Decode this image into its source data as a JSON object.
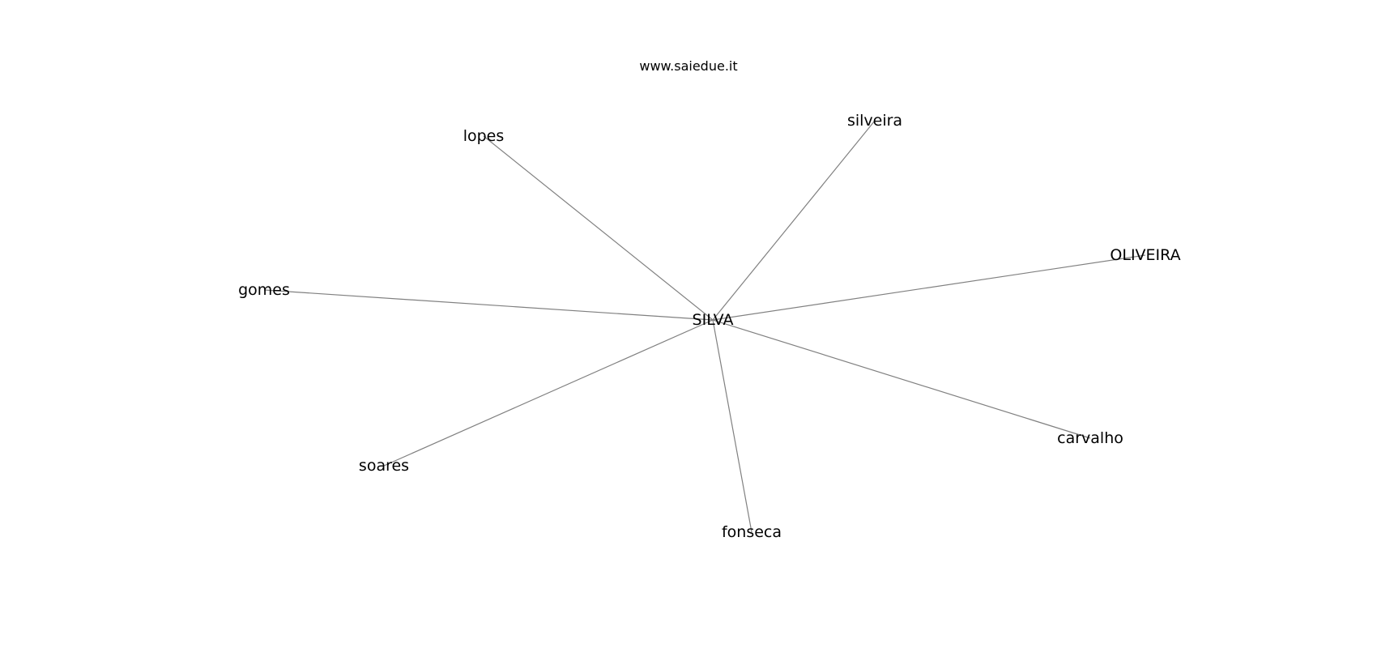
{
  "header": {
    "site": "www.saiedue.it"
  },
  "graph": {
    "center": "SILVA",
    "nodes": [
      "lopes",
      "silveira",
      "OLIVEIRA",
      "gomes",
      "carvalho",
      "soares",
      "fonseca"
    ],
    "edge_color": "#808080",
    "text_color": "#000000"
  }
}
